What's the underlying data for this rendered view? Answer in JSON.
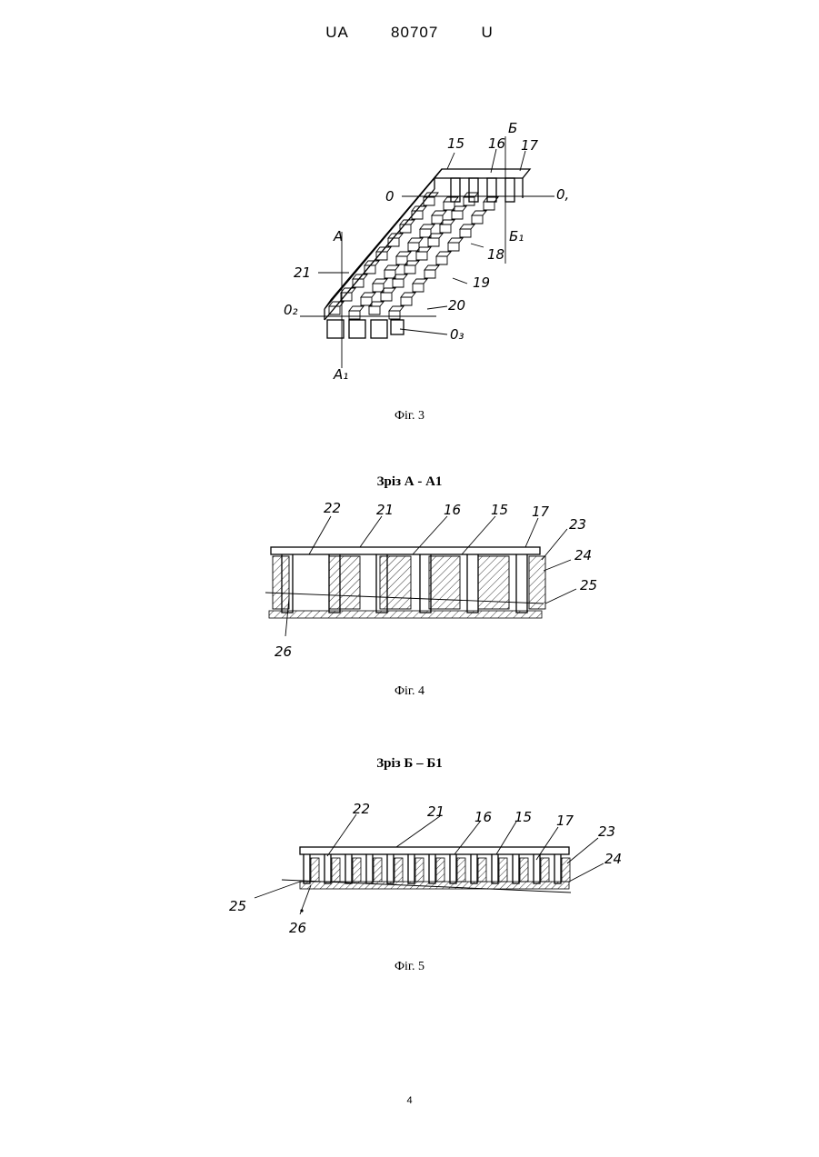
{
  "header": {
    "doc_code": "UA   80707   U"
  },
  "figures": [
    {
      "caption": "Фіг. 3",
      "labels": [
        "15",
        "16",
        "Б",
        "17",
        "0",
        "0,",
        "Б₁",
        "18",
        "19",
        "20",
        "21",
        "A",
        "A₁",
        "0₂",
        "0₃"
      ]
    },
    {
      "section_title": "Зріз А - А1",
      "caption": "Фіг. 4",
      "labels": [
        "22",
        "21",
        "16",
        "15",
        "17",
        "23",
        "24",
        "25",
        "26"
      ]
    },
    {
      "section_title": "Зріз Б – Б1",
      "caption": "Фіг. 5",
      "labels": [
        "22",
        "21",
        "16",
        "15",
        "17",
        "23",
        "24",
        "25",
        "26"
      ]
    }
  ],
  "page_number": "4"
}
